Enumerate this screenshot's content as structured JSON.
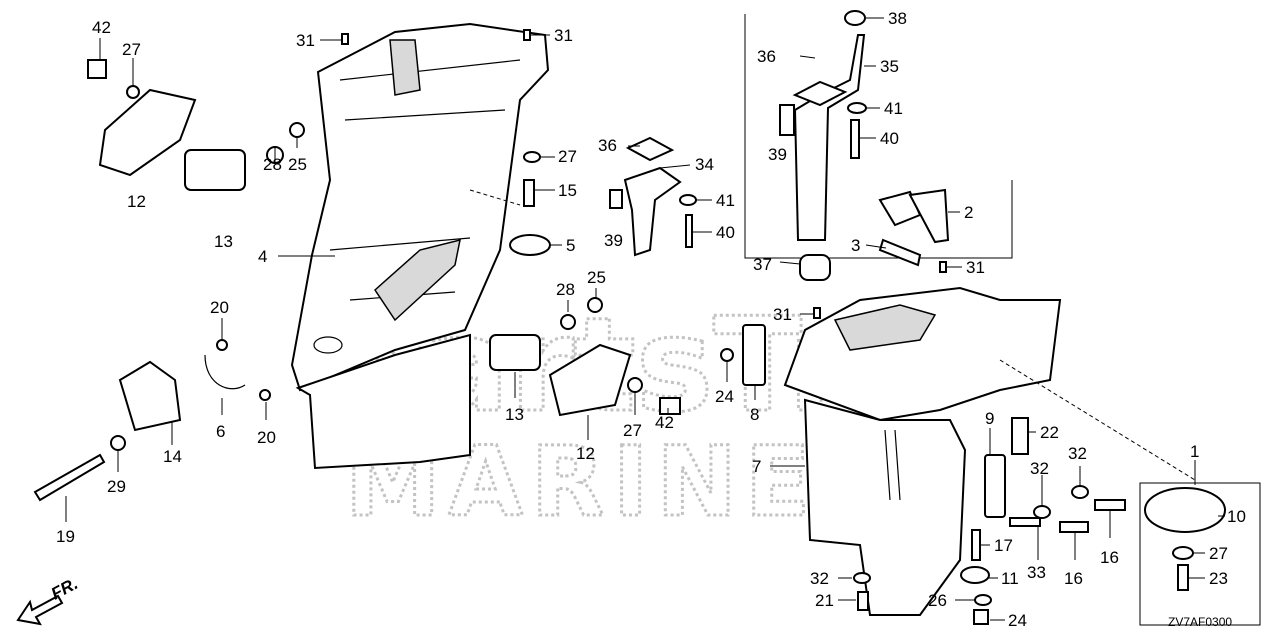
{
  "diagram": {
    "code": "ZV7AF0300",
    "direction_label": "FR.",
    "watermark_top": "PartsTre",
    "watermark_bottom": "MARINE",
    "labels": [
      {
        "id": "l42a",
        "text": "42"
      },
      {
        "id": "l27a",
        "text": "27"
      },
      {
        "id": "l12a",
        "text": "12"
      },
      {
        "id": "l13a",
        "text": "13"
      },
      {
        "id": "l28a",
        "text": "28"
      },
      {
        "id": "l25a",
        "text": "25"
      },
      {
        "id": "l31a",
        "text": "31"
      },
      {
        "id": "l31b",
        "text": "31"
      },
      {
        "id": "l27b",
        "text": "27"
      },
      {
        "id": "l15",
        "text": "15"
      },
      {
        "id": "l5",
        "text": "5"
      },
      {
        "id": "l4",
        "text": "4"
      },
      {
        "id": "l36a",
        "text": "36"
      },
      {
        "id": "l34",
        "text": "34"
      },
      {
        "id": "l41a",
        "text": "41"
      },
      {
        "id": "l39a",
        "text": "39"
      },
      {
        "id": "l40a",
        "text": "40"
      },
      {
        "id": "l38",
        "text": "38"
      },
      {
        "id": "l36b",
        "text": "36"
      },
      {
        "id": "l35",
        "text": "35"
      },
      {
        "id": "l41b",
        "text": "41"
      },
      {
        "id": "l39b",
        "text": "39"
      },
      {
        "id": "l40b",
        "text": "40"
      },
      {
        "id": "l2",
        "text": "2"
      },
      {
        "id": "l3",
        "text": "3"
      },
      {
        "id": "l37",
        "text": "37"
      },
      {
        "id": "l31c",
        "text": "31"
      },
      {
        "id": "l31d",
        "text": "31"
      },
      {
        "id": "l20a",
        "text": "20"
      },
      {
        "id": "l20b",
        "text": "20"
      },
      {
        "id": "l6",
        "text": "6"
      },
      {
        "id": "l14",
        "text": "14"
      },
      {
        "id": "l29",
        "text": "29"
      },
      {
        "id": "l19",
        "text": "19"
      },
      {
        "id": "l28b",
        "text": "28"
      },
      {
        "id": "l25b",
        "text": "25"
      },
      {
        "id": "l13b",
        "text": "13"
      },
      {
        "id": "l12b",
        "text": "12"
      },
      {
        "id": "l27c",
        "text": "27"
      },
      {
        "id": "l42b",
        "text": "42"
      },
      {
        "id": "l24a",
        "text": "24"
      },
      {
        "id": "l8",
        "text": "8"
      },
      {
        "id": "l9",
        "text": "9"
      },
      {
        "id": "l22",
        "text": "22"
      },
      {
        "id": "l7",
        "text": "7"
      },
      {
        "id": "l32a",
        "text": "32"
      },
      {
        "id": "l32b",
        "text": "32"
      },
      {
        "id": "l1",
        "text": "1"
      },
      {
        "id": "l10",
        "text": "10"
      },
      {
        "id": "l16a",
        "text": "16"
      },
      {
        "id": "l16b",
        "text": "16"
      },
      {
        "id": "l17",
        "text": "17"
      },
      {
        "id": "l33",
        "text": "33"
      },
      {
        "id": "l27d",
        "text": "27"
      },
      {
        "id": "l23",
        "text": "23"
      },
      {
        "id": "l11",
        "text": "11"
      },
      {
        "id": "l32c",
        "text": "32"
      },
      {
        "id": "l21",
        "text": "21"
      },
      {
        "id": "l26",
        "text": "26"
      },
      {
        "id": "l24b",
        "text": "24"
      }
    ]
  }
}
